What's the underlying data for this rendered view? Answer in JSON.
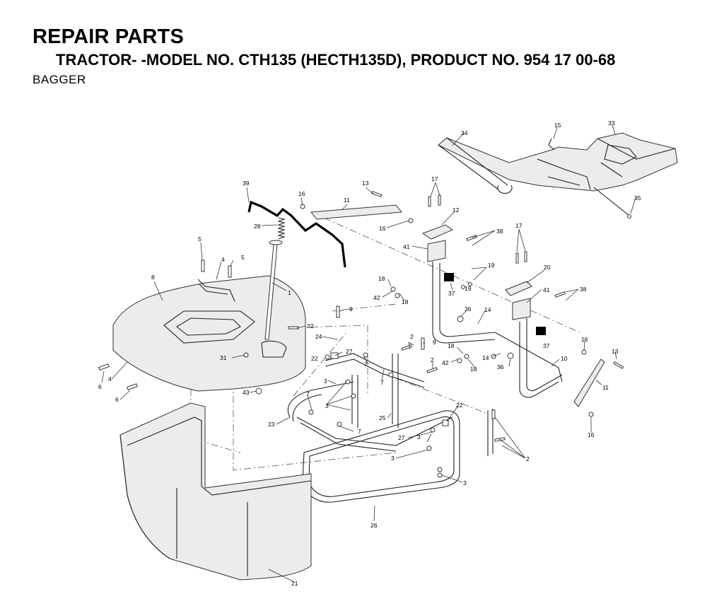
{
  "header": {
    "title": "REPAIR PARTS",
    "subtitle": "TRACTOR- -MODEL NO. CTH135 (HECTH135D), PRODUCT NO. 954 17 00-68",
    "section": "BAGGER"
  },
  "callouts": {
    "c1": "1",
    "c2a": "2",
    "c2b": "2",
    "c2c": "2",
    "c3a": "3",
    "c3b": "3",
    "c3c": "3",
    "c3d": "3",
    "c3e": "3",
    "c4a": "4",
    "c4b": "4",
    "c5a": "5",
    "c5b": "5",
    "c6a": "6",
    "c6b": "6",
    "c7a": "7",
    "c7b": "7",
    "c7c": "7",
    "c7d": "7",
    "c8": "8",
    "c9a": "9",
    "c9b": "9",
    "c10": "10",
    "c11a": "11",
    "c11b": "11",
    "c12": "12",
    "c13a": "13",
    "c13b": "13",
    "c14a": "14",
    "c14b": "14",
    "c15": "15",
    "c16a": "16",
    "c16b": "16",
    "c16c": "16",
    "c16d": "16",
    "c17a": "17",
    "c17b": "17",
    "c18a": "18",
    "c18b": "18",
    "c18c": "18",
    "c18d": "18",
    "c19a": "19",
    "c19b": "19",
    "c20": "20",
    "c21": "21",
    "c22a": "22",
    "c22b": "22",
    "c23": "23",
    "c24": "24",
    "c25": "25",
    "c26": "26",
    "c27a": "27",
    "c27b": "27",
    "c28": "28",
    "c31": "31",
    "c32": "32",
    "c33": "33",
    "c34": "34",
    "c35": "35",
    "c36a": "36",
    "c36b": "36",
    "c37a": "37",
    "c37b": "37",
    "c38a": "38",
    "c38b": "38",
    "c39": "39",
    "c41a": "41",
    "c41b": "41",
    "c42a": "42",
    "c42b": "42",
    "c43": "43"
  }
}
